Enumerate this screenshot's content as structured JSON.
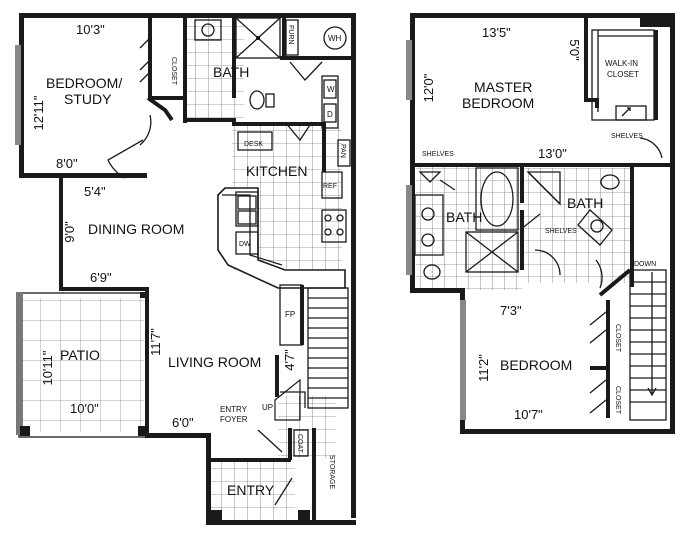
{
  "first_floor": {
    "bedroom_study": {
      "label_line1": "BEDROOM/",
      "label_line2": "STUDY",
      "width": "10'3\"",
      "depth": "12'11\"",
      "lower": "8'0\""
    },
    "closet": "CLOSET",
    "bath": "BATH",
    "furn": "FURN",
    "wh": "WH",
    "washer": "W",
    "dryer": "D",
    "desk": "DESK",
    "pantry": "PAN",
    "kitchen": "KITCHEN",
    "refrigerator": "REF",
    "dishwasher": "DW",
    "dining_room": {
      "label": "DINING ROOM",
      "width": "5'4\"",
      "depth": "9'0\""
    },
    "patio": {
      "label": "PATIO",
      "width": "10'0\"",
      "depth": "10'11\"",
      "top": "6'9\""
    },
    "living_room": {
      "label": "LIVING ROOM",
      "depth": "11'7\"",
      "width": "6'0\"",
      "side": "4'7\""
    },
    "fireplace": "FP",
    "stairs_up": "UP",
    "entry_foyer_line1": "ENTRY",
    "entry_foyer_line2": "FOYER",
    "coat_closet": "COAT",
    "storage": "STORAGE",
    "entry": "ENTRY"
  },
  "second_floor": {
    "master_bedroom": {
      "label_line1": "MASTER",
      "label_line2": "BEDROOM",
      "width": "13'5\"",
      "depth": "12'0\"",
      "lower": "13'0\""
    },
    "walk_in_closet": {
      "label_line1": "WALK-IN",
      "label_line2": "CLOSET",
      "depth": "5'0\""
    },
    "shelves_master": "SHELVES",
    "shelves_bath_left": "SHELVES",
    "shelves_bath_right": "SHELVES",
    "bath_left": "BATH",
    "bath_right": "BATH",
    "bedroom": {
      "label": "BEDROOM",
      "width": "10'7\"",
      "depth": "11'2\"",
      "top": "7'3\""
    },
    "closet_upper": "CLOSET",
    "closet_lower": "CLOSET",
    "stairs_down": "DOWN"
  }
}
